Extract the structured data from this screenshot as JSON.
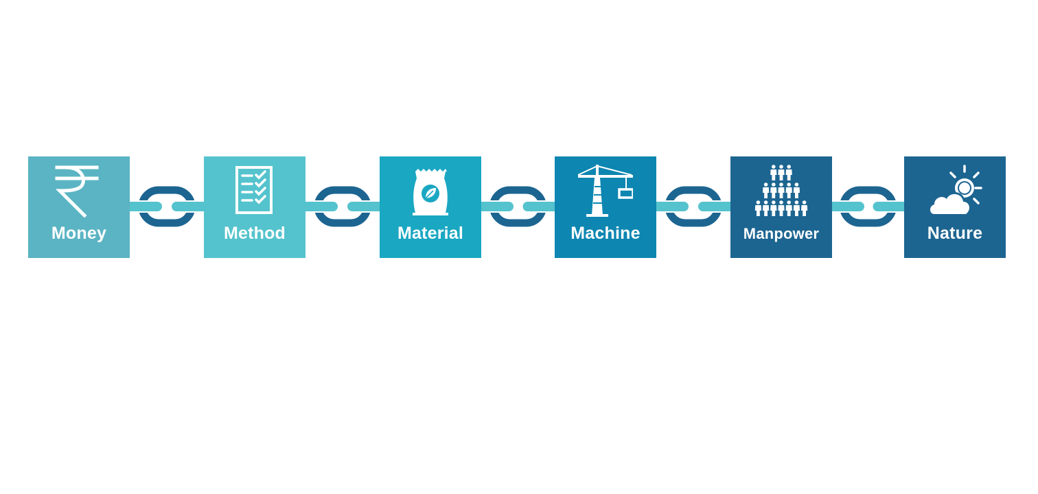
{
  "colors": {
    "link_light": "#55c3cd",
    "link_dark": "#1d6591",
    "link_outline": "#ffffff"
  },
  "blocks": [
    {
      "id": "money",
      "label": "Money",
      "icon": "rupee-icon",
      "color": "#5bb4c3"
    },
    {
      "id": "method",
      "label": "Method",
      "icon": "checklist-icon",
      "color": "#54c3cd"
    },
    {
      "id": "material",
      "label": "Material",
      "icon": "material-bag-icon",
      "color": "#1aa7c2"
    },
    {
      "id": "machine",
      "label": "Machine",
      "icon": "crane-icon",
      "color": "#0d86b1"
    },
    {
      "id": "manpower",
      "label": "Manpower",
      "icon": "people-group-icon",
      "color": "#1d6591"
    },
    {
      "id": "nature",
      "label": "Nature",
      "icon": "weather-icon",
      "color": "#1d6591"
    }
  ]
}
